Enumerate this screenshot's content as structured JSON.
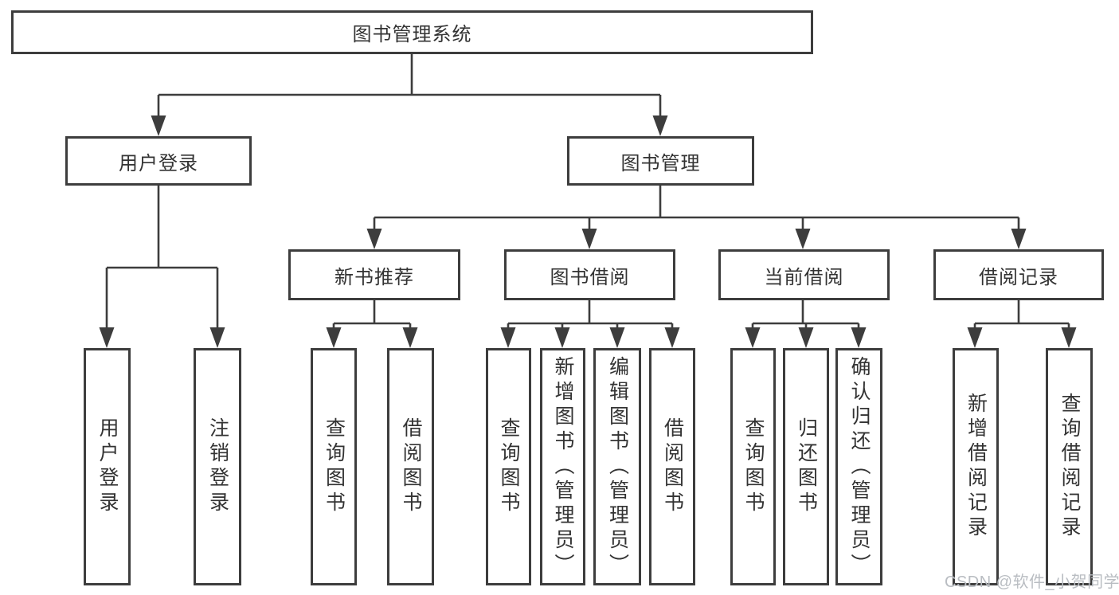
{
  "diagram": {
    "title_node": {
      "label": "图书管理系统"
    },
    "level2": [
      {
        "label": "用户登录"
      },
      {
        "label": "图书管理"
      }
    ],
    "level3": [
      {
        "label": "新书推荐"
      },
      {
        "label": "图书借阅"
      },
      {
        "label": "当前借阅"
      },
      {
        "label": "借阅记录"
      }
    ],
    "leaves": {
      "user_login": [
        {
          "label": "用户登录"
        },
        {
          "label": "注销登录"
        }
      ],
      "new_book_recommend": [
        {
          "label": "查询图书"
        },
        {
          "label": "借阅图书"
        }
      ],
      "book_borrow": [
        {
          "label": "查询图书"
        },
        {
          "label": "新增图书（管理员）"
        },
        {
          "label": "编辑图书（管理员）"
        },
        {
          "label": "借阅图书"
        }
      ],
      "current_borrow": [
        {
          "label": "查询图书"
        },
        {
          "label": "归还图书"
        },
        {
          "label": "确认归还（管理员）"
        }
      ],
      "borrow_record": [
        {
          "label": "新增借阅记录"
        },
        {
          "label": "查询借阅记录"
        }
      ]
    }
  },
  "watermark": {
    "text": "CSDN @软件_小贺同学"
  },
  "colors": {
    "line": "#3d3d3d",
    "text": "#333333",
    "watermark": "#b9bdc2",
    "bg": "#ffffff"
  }
}
